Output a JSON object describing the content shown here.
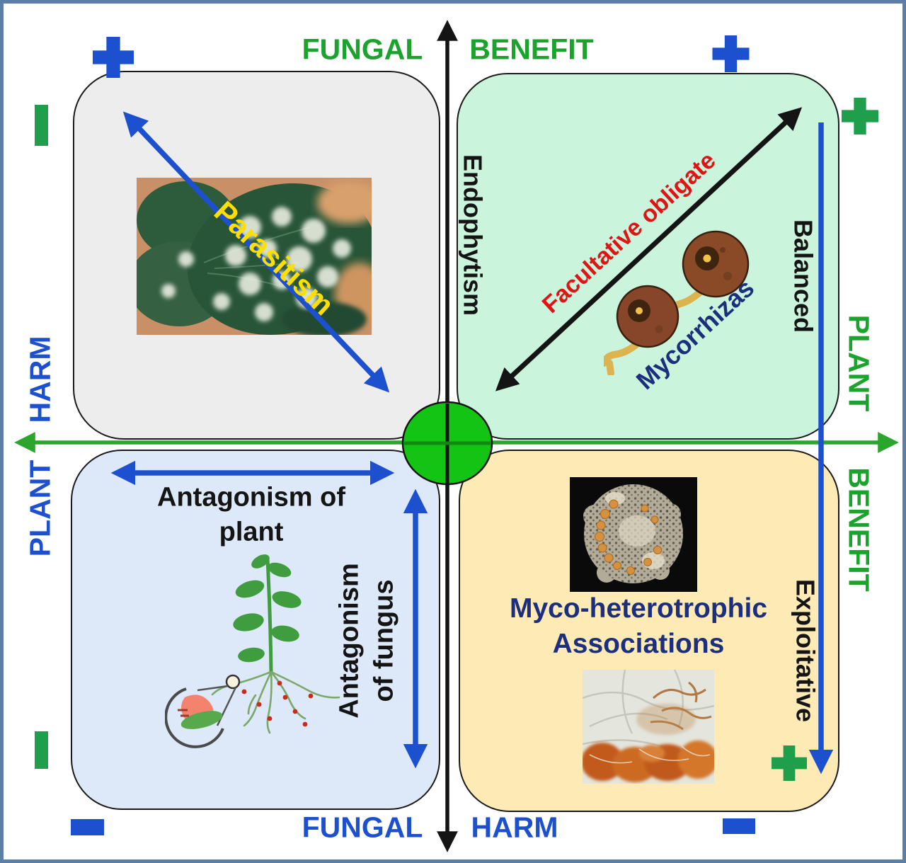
{
  "axis": {
    "top_left": "FUNGAL",
    "top_right": "BENEFIT",
    "bottom_left": "FUNGAL",
    "bottom_right": "HARM",
    "left_top": "HARM",
    "left_bottom": "PLANT",
    "right_top": "PLANT",
    "right_bottom": "BENEFIT"
  },
  "quadrants": {
    "parasitism": {
      "label": "Parasitism"
    },
    "mutualism": {
      "endophytism_label": "Endophytism",
      "arrow_label": "Facultative obligate",
      "illustration_label": "Mycorrhizas",
      "balanced_label": "Balanced"
    },
    "antagonism": {
      "horizontal_arrow_line1": "Antagonism of",
      "horizontal_arrow_line2": "plant",
      "vertical_arrow_line1": "Antagonism",
      "vertical_arrow_line2": "of fungus"
    },
    "myco_heterotrophic": {
      "line1": "Myco-heterotrophic",
      "line2": "Associations",
      "exploitative_label": "Exploitative"
    }
  },
  "icons": {
    "top_left_marker": "plus-icon",
    "top_right_marker": "plus-icon",
    "right_upper_marker": "plus-icon",
    "right_lower_marker": "plus-icon",
    "left_upper_marker": "vertical-bar-icon",
    "left_lower_marker": "vertical-bar-icon",
    "bottom_left_marker": "minus-icon",
    "bottom_right_marker": "minus-icon",
    "illustrations": [
      "powdery-mildew-leaf-photo",
      "mycorrhiza-spores-illustration",
      "plant-with-roots-illustration",
      "root-cross-section-photo",
      "colonized-cells-photo"
    ]
  },
  "colors": {
    "frame_border": "#5d7ea7",
    "green_text": "#1ba32e",
    "blue_text": "#1d50cf",
    "blue_arrow": "#1d50cf",
    "green_axis": "#2ba52b",
    "black_axis": "#141414",
    "red_text": "#df1414",
    "yellow_text": "#ffdf00",
    "navy_text": "#1b2f7d",
    "center_circle": "#14c414",
    "quadrant_gray": "#ededed",
    "quadrant_mint": "#caf4dc",
    "quadrant_blue": "#dde8f8",
    "quadrant_tan": "#fdeab5",
    "plus_green": "#1f9e4b"
  }
}
